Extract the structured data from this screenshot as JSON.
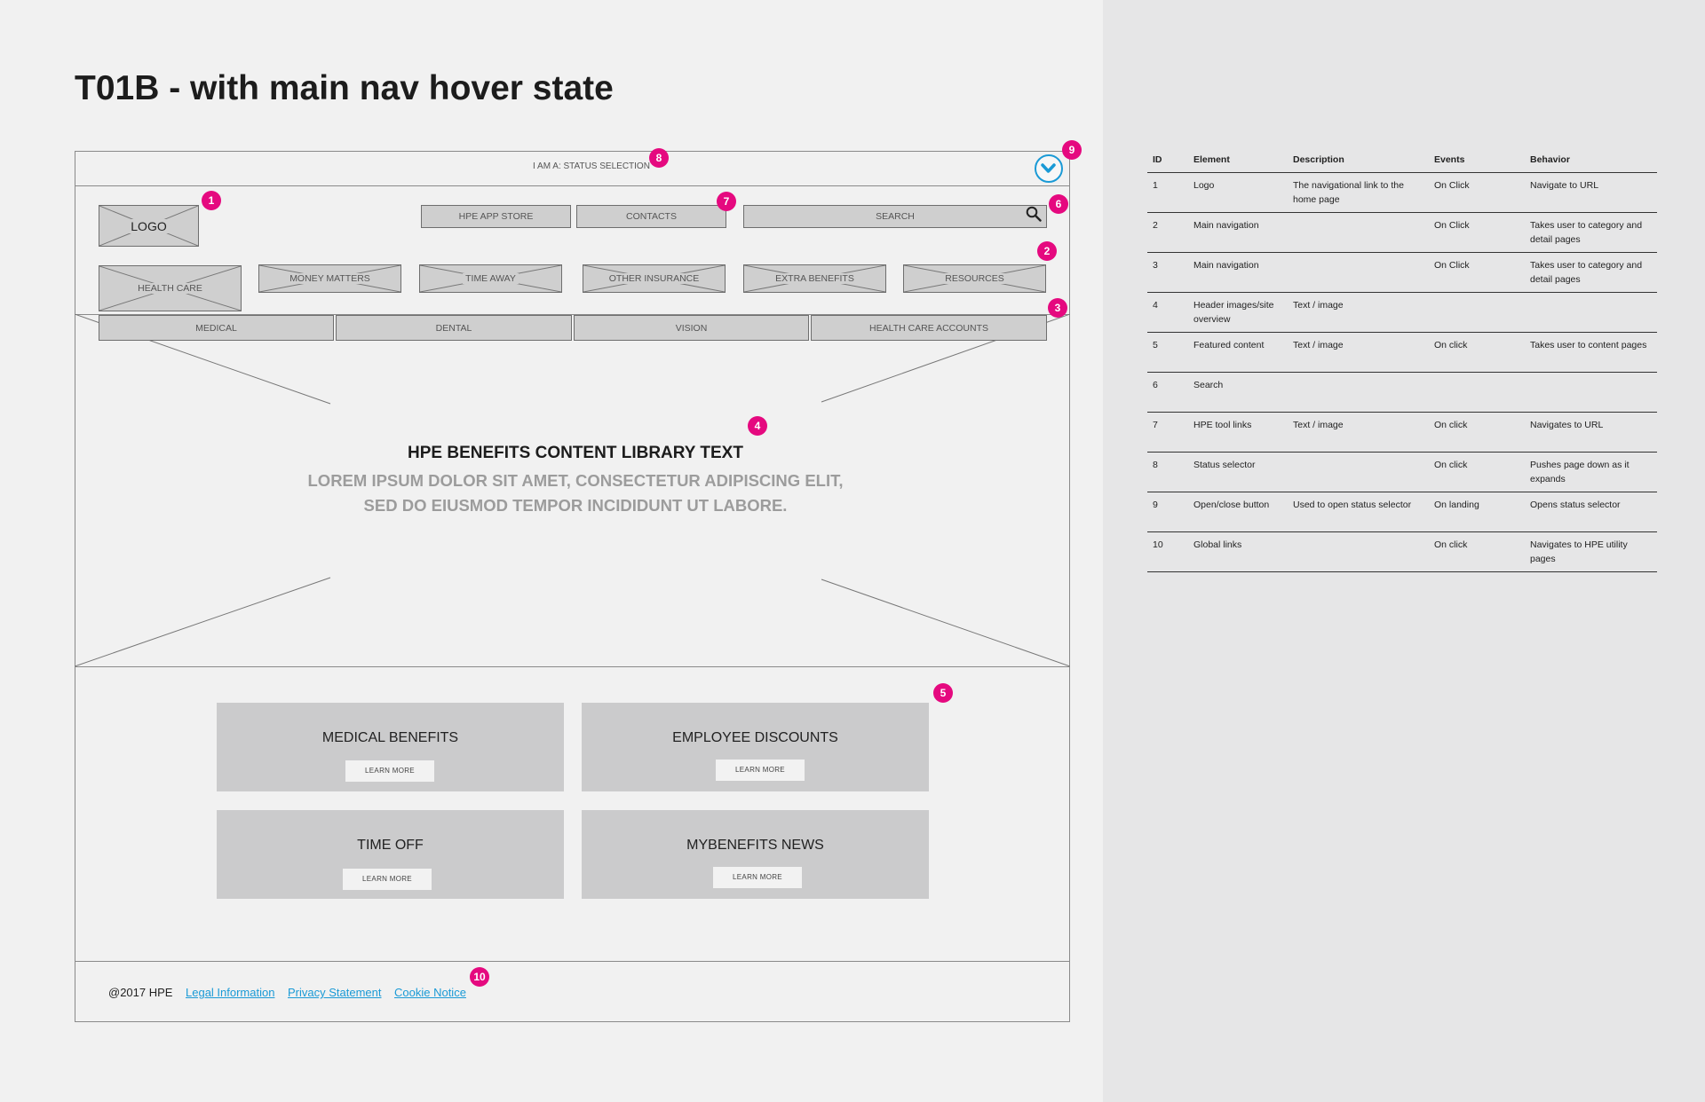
{
  "page": {
    "title": "T01B - with main nav hover state"
  },
  "wireframe": {
    "status_bar": {
      "label": "I AM A: STATUS SELECTION"
    },
    "logo": {
      "label": "LOGO"
    },
    "utility_links": [
      {
        "label": "HPE APP STORE"
      },
      {
        "label": "CONTACTS"
      }
    ],
    "search": {
      "label": "SEARCH"
    },
    "main_nav": [
      {
        "label": "HEALTH CARE"
      },
      {
        "label": "MONEY MATTERS"
      },
      {
        "label": "TIME AWAY"
      },
      {
        "label": "OTHER INSURANCE"
      },
      {
        "label": "EXTRA BENEFITS"
      },
      {
        "label": "RESOURCES"
      }
    ],
    "sub_nav": [
      {
        "label": "MEDICAL"
      },
      {
        "label": "DENTAL"
      },
      {
        "label": "VISION"
      },
      {
        "label": "HEALTH CARE ACCOUNTS"
      }
    ],
    "hero": {
      "title": "HPE BENEFITS CONTENT LIBRARY TEXT",
      "body": "LOREM IPSUM DOLOR SIT AMET, CONSECTETUR ADIPISCING ELIT, SED DO EIUSMOD TEMPOR INCIDIDUNT UT LABORE."
    },
    "cards": [
      {
        "title": "MEDICAL BENEFITS",
        "button": "LEARN MORE"
      },
      {
        "title": "EMPLOYEE DISCOUNTS",
        "button": "LEARN MORE"
      },
      {
        "title": "TIME OFF",
        "button": "LEARN MORE"
      },
      {
        "title": "MYBENEFITS NEWS",
        "button": "LEARN MORE"
      }
    ],
    "footer": {
      "copyright": "@2017 HPE",
      "links": [
        "Legal Information",
        "Privacy Statement",
        "Cookie Notice"
      ]
    },
    "badges": [
      "1",
      "2",
      "3",
      "4",
      "5",
      "6",
      "7",
      "8",
      "9",
      "10"
    ]
  },
  "spec_table": {
    "headers": [
      "ID",
      "Element",
      "Description",
      "Events",
      "Behavior"
    ],
    "rows": [
      [
        "1",
        "Logo",
        "The navigational link to the home page",
        "On Click",
        "Navigate to URL"
      ],
      [
        "2",
        "Main navigation",
        "",
        "On Click",
        "Takes user to category and detail pages"
      ],
      [
        "3",
        "Main navigation",
        "",
        "On Click",
        "Takes user to category and detail pages"
      ],
      [
        "4",
        "Header images/site overview",
        "Text / image",
        "",
        ""
      ],
      [
        "5",
        "Featured content",
        "Text / image",
        "On click",
        "Takes user to content pages"
      ],
      [
        "6",
        "Search",
        "",
        "",
        ""
      ],
      [
        "7",
        "HPE tool links",
        "Text / image",
        "On click",
        "Navigates to URL"
      ],
      [
        "8",
        "Status selector",
        "",
        "On click",
        "Pushes page down as it expands"
      ],
      [
        "9",
        "Open/close button",
        "Used to open status selector",
        "On landing",
        "Opens status selector"
      ],
      [
        "10",
        "Global links",
        "",
        "On click",
        "Navigates to HPE utility pages"
      ]
    ]
  },
  "colors": {
    "badge": "#e5097f",
    "link": "#1a9ad6",
    "placeholder": "#cfcfcf",
    "right_panel": "#e6e6e7"
  }
}
